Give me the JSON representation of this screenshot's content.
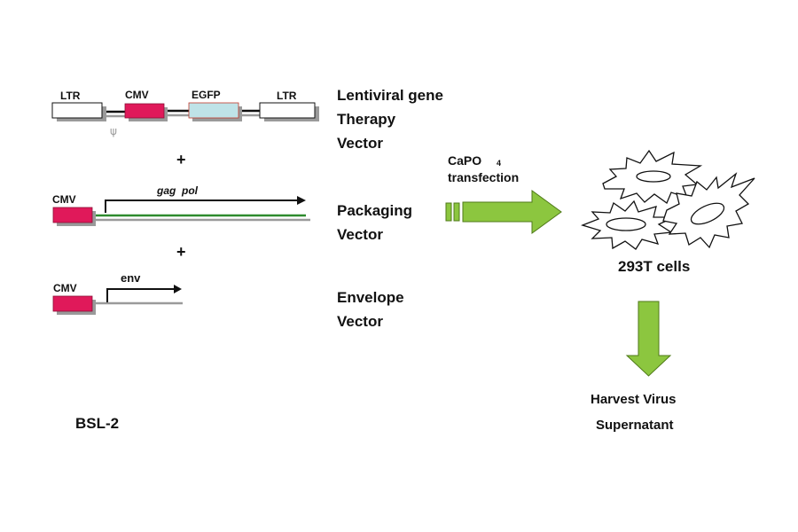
{
  "vectors": {
    "lentiviral": {
      "elements": [
        "LTR",
        "CMV",
        "EGFP",
        "LTR"
      ],
      "psi": "ψ",
      "label_lines": [
        "Lentiviral gene",
        "Therapy",
        "Vector"
      ]
    },
    "plus_1": "+",
    "packaging": {
      "promoter": "CMV",
      "gene": "gag  pol",
      "label_lines": [
        "Packaging",
        "Vector"
      ]
    },
    "plus_2": "+",
    "envelope": {
      "promoter": "CMV",
      "gene": "env",
      "label_lines": [
        "Envelope",
        "Vector"
      ]
    }
  },
  "transfection": {
    "label_main": "CaPO",
    "label_sub": "4",
    "label_line2": "transfection"
  },
  "cells": {
    "label": "293T cells"
  },
  "harvest": {
    "label_lines": [
      "Harvest Virus",
      "Supernatant"
    ]
  },
  "biosafety": "BSL-2",
  "colors": {
    "cmv": "#e0195a",
    "egfp": "#bfe3e8",
    "arrow_green": "#8cc63f",
    "arrow_outline": "#4f7a18",
    "gagpol_line": "#2e8b2e",
    "backbone_grey": "#9a9a9a",
    "shadow": "#9a9a9a"
  }
}
